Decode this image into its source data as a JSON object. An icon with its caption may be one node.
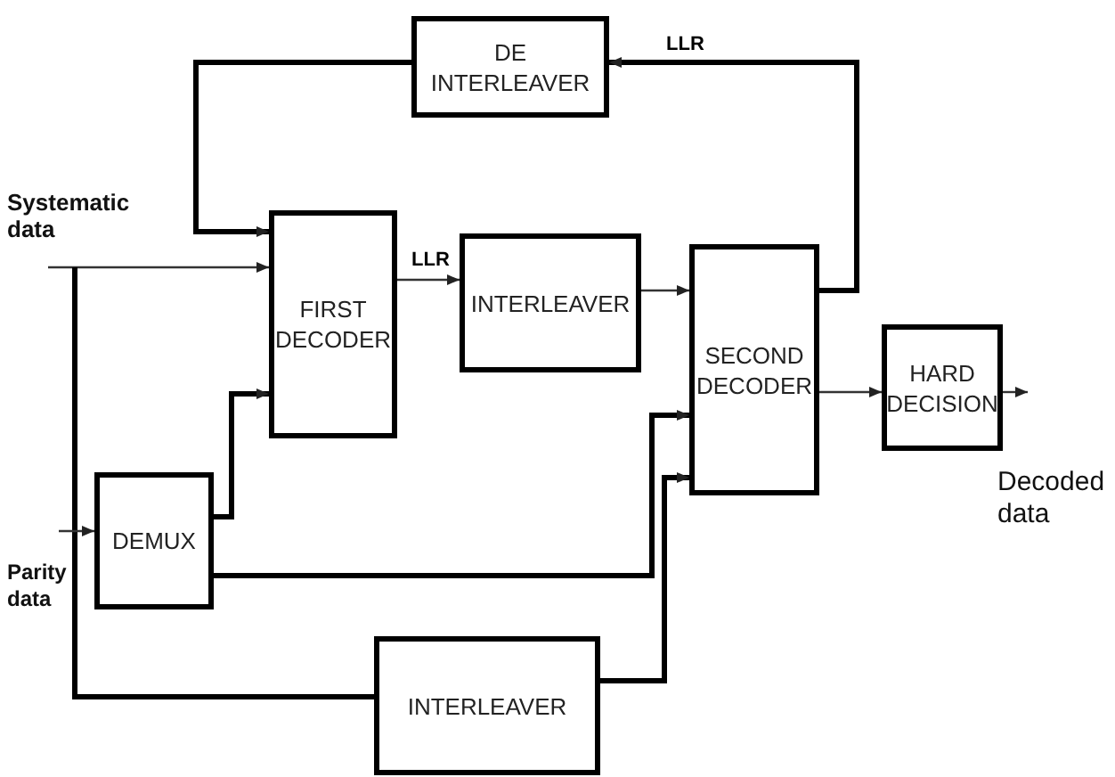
{
  "diagram": {
    "nodes": [
      {
        "text": [
          "Systematic data"
        ]
      },
      {
        "text": [
          "DE INTERLEAVER"
        ]
      },
      {
        "text": [
          "FIRST DECODER"
        ]
      },
      {
        "text": [
          "INTERLEAVER"
        ]
      },
      {
        "text": [
          "SECOND DECODER"
        ]
      },
      {
        "text": [
          "HARD DECISION"
        ]
      },
      {
        "text": [
          "Parity data"
        ]
      },
      {
        "text": [
          "DEMUX"
        ]
      },
      {
        "text": [
          "INTERLEAVER"
        ]
      }
    ],
    "edges": [
      {
        "from": 0,
        "to": 2,
        "arrow": "to"
      },
      {
        "from": 0,
        "to": 8,
        "arrow": "none",
        "style": "thick"
      },
      {
        "from": 1,
        "to": 2,
        "arrow": "to",
        "style": "thick"
      },
      {
        "from": 2,
        "to": 3,
        "arrow": "to",
        "label": "LLR"
      },
      {
        "from": 3,
        "to": 4,
        "arrow": "to"
      },
      {
        "from": 4,
        "to": 1,
        "arrow": "to",
        "label": "LLR",
        "style": "thick"
      },
      {
        "from": 6,
        "to": 7,
        "arrow": "to"
      },
      {
        "from": 7,
        "to": 2,
        "arrow": "to",
        "style": "thick"
      },
      {
        "from": 7,
        "to": 4,
        "arrow": "to",
        "style": "thick"
      },
      {
        "from": 8,
        "to": 4,
        "arrow": "to",
        "style": "thick"
      },
      {
        "from": 4,
        "to": 5,
        "arrow": "to"
      },
      {
        "from": 5,
        "to": null,
        "arrow": "to"
      }
    ],
    "labels": [
      "Decoded data"
    ]
  }
}
